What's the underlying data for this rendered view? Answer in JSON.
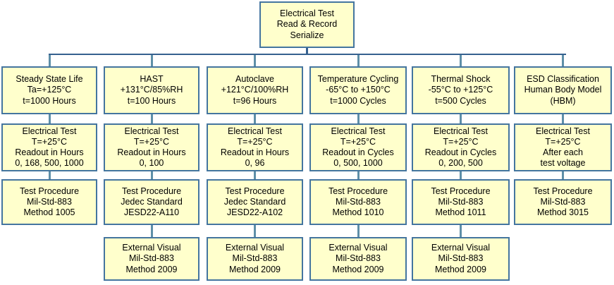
{
  "colors": {
    "box_fill": "#FFFFCC",
    "box_border": "#44759F",
    "bus": "#36618F",
    "stub": "#5E8FA8",
    "text": "#000000",
    "bg": "#FFFFFF"
  },
  "root": {
    "lines": [
      "Electrical Test",
      "Read & Record",
      "Serialize"
    ]
  },
  "columns": [
    {
      "key": "steady-state-life",
      "boxes": [
        {
          "lines": [
            "Steady State Life",
            "Ta=+125°C",
            "t=1000 Hours"
          ]
        },
        {
          "lines": [
            "Electrical Test",
            "T=+25°C",
            "Readout in Hours",
            "0, 168, 500, 1000"
          ]
        },
        {
          "lines": [
            "Test Procedure",
            "Mil-Std-883",
            "Method 1005"
          ]
        }
      ]
    },
    {
      "key": "hast",
      "boxes": [
        {
          "lines": [
            "HAST",
            "+131°C/85%RH",
            "t=100 Hours"
          ]
        },
        {
          "lines": [
            "Electrical Test",
            "T=+25°C",
            "Readout in Hours",
            "0, 100"
          ]
        },
        {
          "lines": [
            "Test Procedure",
            "Jedec Standard",
            "JESD22-A110"
          ]
        },
        {
          "lines": [
            "External Visual",
            "Mil-Std-883",
            "Method 2009"
          ]
        }
      ]
    },
    {
      "key": "autoclave",
      "boxes": [
        {
          "lines": [
            "Autoclave",
            "+121°C/100%RH",
            "t=96 Hours"
          ]
        },
        {
          "lines": [
            "Electrical Test",
            "T=+25°C",
            "Readout in Hours",
            "0, 96"
          ]
        },
        {
          "lines": [
            "Test Procedure",
            "Jedec Standard",
            "JESD22-A102"
          ]
        },
        {
          "lines": [
            "External Visual",
            "Mil-Std-883",
            "Method 2009"
          ]
        }
      ]
    },
    {
      "key": "temperature-cycling",
      "boxes": [
        {
          "lines": [
            "Temperature Cycling",
            "-65°C to +150°C",
            "t=1000 Cycles"
          ]
        },
        {
          "lines": [
            "Electrical Test",
            "T=+25°C",
            "Readout in Cycles",
            "0, 500, 1000"
          ]
        },
        {
          "lines": [
            "Test Procedure",
            "Mil-Std-883",
            "Method 1010"
          ]
        },
        {
          "lines": [
            "External Visual",
            "Mil-Std-883",
            "Method 2009"
          ]
        }
      ]
    },
    {
      "key": "thermal-shock",
      "boxes": [
        {
          "lines": [
            "Thermal Shock",
            "-55°C to +125°C",
            "t=500 Cycles"
          ]
        },
        {
          "lines": [
            "Electrical Test",
            "T=+25°C",
            "Readout in Cycles",
            "0, 200, 500"
          ]
        },
        {
          "lines": [
            "Test Procedure",
            "Mil-Std-883",
            "Method 1011"
          ]
        },
        {
          "lines": [
            "External Visual",
            "Mil-Std-883",
            "Method 2009"
          ]
        }
      ]
    },
    {
      "key": "esd-classification",
      "boxes": [
        {
          "lines": [
            "ESD Classification",
            "Human Body Model",
            "(HBM)"
          ]
        },
        {
          "lines": [
            "Electrical Test",
            "T=+25°C",
            "After each",
            "test voltage"
          ]
        },
        {
          "lines": [
            "Test Procedure",
            "Mil-Std-883",
            "Method 3015"
          ]
        }
      ]
    }
  ]
}
